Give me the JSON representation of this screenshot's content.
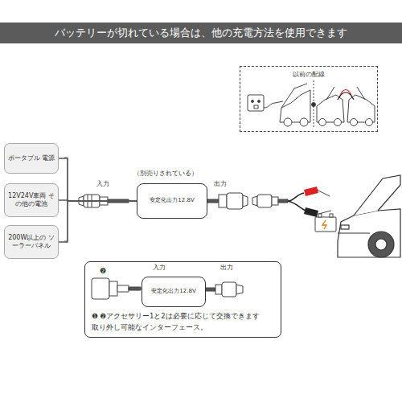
{
  "diagram": {
    "title": "バッテリーが切れている場合は、他の充電方法を使用できます",
    "nodes": [
      {
        "text": [
          "以前の配線"
        ]
      },
      {
        "text": [
          "ポータブル 電源"
        ]
      },
      {
        "text": [
          "12V24V車両 その他の電池"
        ]
      },
      {
        "text": [
          "200W以上の ソーラーパネル"
        ]
      },
      {
        "text": [
          "安定化出力12.8V"
        ]
      },
      {
        "text": [
          "❶ ❷アクセサリー1と2は必要に応じて交換できます",
          "取り外し可能なインターフェース。"
        ]
      },
      {
        "text": [
          "安定化出力12.8V"
        ],
        "in": 5
      }
    ],
    "edges": [
      {
        "from": 1,
        "to": 4,
        "arrow": "none"
      },
      {
        "from": 2,
        "to": 4,
        "arrow": "none"
      },
      {
        "from": 3,
        "to": 4,
        "arrow": "none"
      }
    ],
    "labels": [
      "（別売りされている）",
      "入力",
      "出力",
      "入力",
      "出力",
      "❷"
    ]
  }
}
